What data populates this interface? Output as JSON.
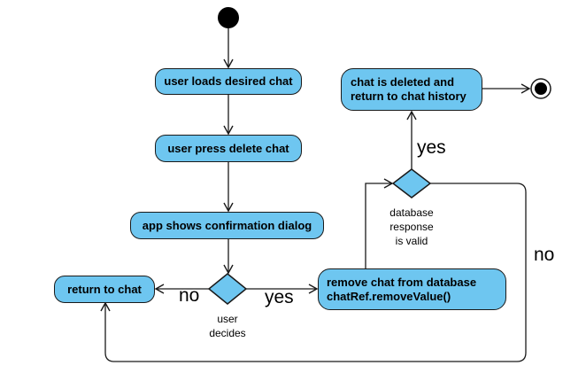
{
  "colors": {
    "node_fill": "#6ec6f0",
    "stroke": "#1a1a1a",
    "background": "#ffffff"
  },
  "nodes": {
    "loads_chat": "user loads desired chat",
    "press_delete": "user press delete chat",
    "confirmation_dialog": "app shows confirmation dialog",
    "return_to_chat": "return to chat",
    "remove_chat": {
      "line1": "remove chat from database",
      "line2": "chatRef.removeValue()"
    },
    "chat_deleted": {
      "line1": "chat is deleted and",
      "line2": "return to chat history"
    }
  },
  "decisions": {
    "user": {
      "line1": "user",
      "line2": "decides"
    },
    "database": {
      "line1": "database",
      "line2": "response",
      "line3": "is valid"
    }
  },
  "edge_labels": {
    "user_no": "no",
    "user_yes": "yes",
    "database_yes": "yes",
    "database_no": "no"
  }
}
